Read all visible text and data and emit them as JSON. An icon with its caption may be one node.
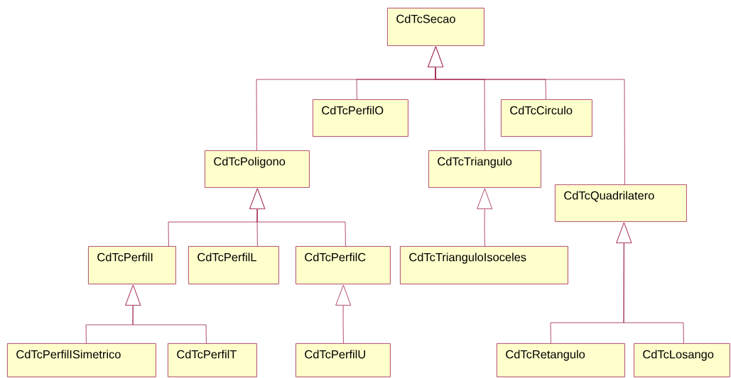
{
  "diagram": {
    "nodes": [
      {
        "text": [
          "CdTcSecao"
        ]
      },
      {
        "text": [
          "CdTcPerfilO"
        ]
      },
      {
        "text": [
          "CdTcCirculo"
        ]
      },
      {
        "text": [
          "CdTcPoligono"
        ]
      },
      {
        "text": [
          "CdTcTriangulo"
        ]
      },
      {
        "text": [
          "CdTcQuadrilatero"
        ]
      },
      {
        "text": [
          "CdTcPerfilI"
        ]
      },
      {
        "text": [
          "CdTcPerfilL"
        ]
      },
      {
        "text": [
          "CdTcPerfilC"
        ]
      },
      {
        "text": [
          "CdTcTrianguloIsoceles"
        ]
      },
      {
        "text": [
          "CdTcPerfilISimetrico"
        ]
      },
      {
        "text": [
          "CdTcPerfilT"
        ]
      },
      {
        "text": [
          "CdTcPerfilU"
        ]
      },
      {
        "text": [
          "CdTcRetangulo"
        ]
      },
      {
        "text": [
          "CdTcLosango"
        ]
      }
    ],
    "edges": [
      {
        "from": 3,
        "to": 0,
        "arrow": "to"
      },
      {
        "from": 1,
        "to": 0,
        "arrow": "to"
      },
      {
        "from": 4,
        "to": 0,
        "arrow": "to"
      },
      {
        "from": 2,
        "to": 0,
        "arrow": "to"
      },
      {
        "from": 5,
        "to": 0,
        "arrow": "to"
      },
      {
        "from": 6,
        "to": 3,
        "arrow": "to"
      },
      {
        "from": 7,
        "to": 3,
        "arrow": "to"
      },
      {
        "from": 8,
        "to": 3,
        "arrow": "to"
      },
      {
        "from": 9,
        "to": 4,
        "arrow": "to"
      },
      {
        "from": 13,
        "to": 5,
        "arrow": "to"
      },
      {
        "from": 14,
        "to": 5,
        "arrow": "to"
      },
      {
        "from": 10,
        "to": 6,
        "arrow": "to"
      },
      {
        "from": 11,
        "to": 6,
        "arrow": "to"
      },
      {
        "from": 12,
        "to": 8,
        "arrow": "to"
      }
    ]
  }
}
